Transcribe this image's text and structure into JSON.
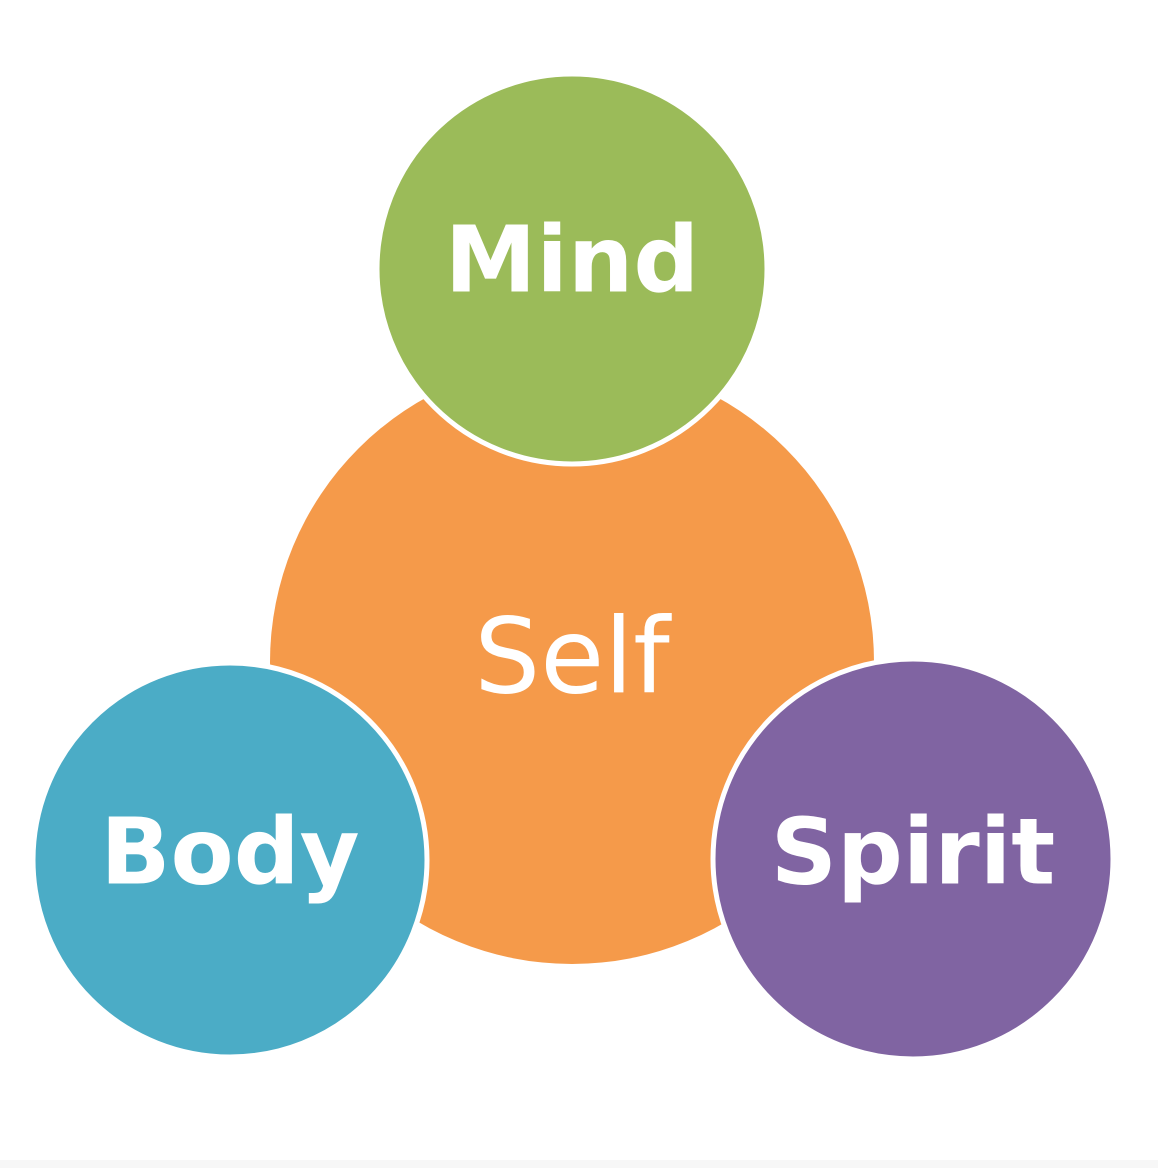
{
  "diagram": {
    "center": {
      "label": "Self",
      "color": "#f59a4a"
    },
    "nodes": [
      {
        "id": "mind",
        "label": "Mind",
        "color": "#9bbb59"
      },
      {
        "id": "body",
        "label": "Body",
        "color": "#4bacc6"
      },
      {
        "id": "spirit",
        "label": "Spirit",
        "color": "#8064a2"
      }
    ],
    "outline_color": "#ffffff"
  }
}
